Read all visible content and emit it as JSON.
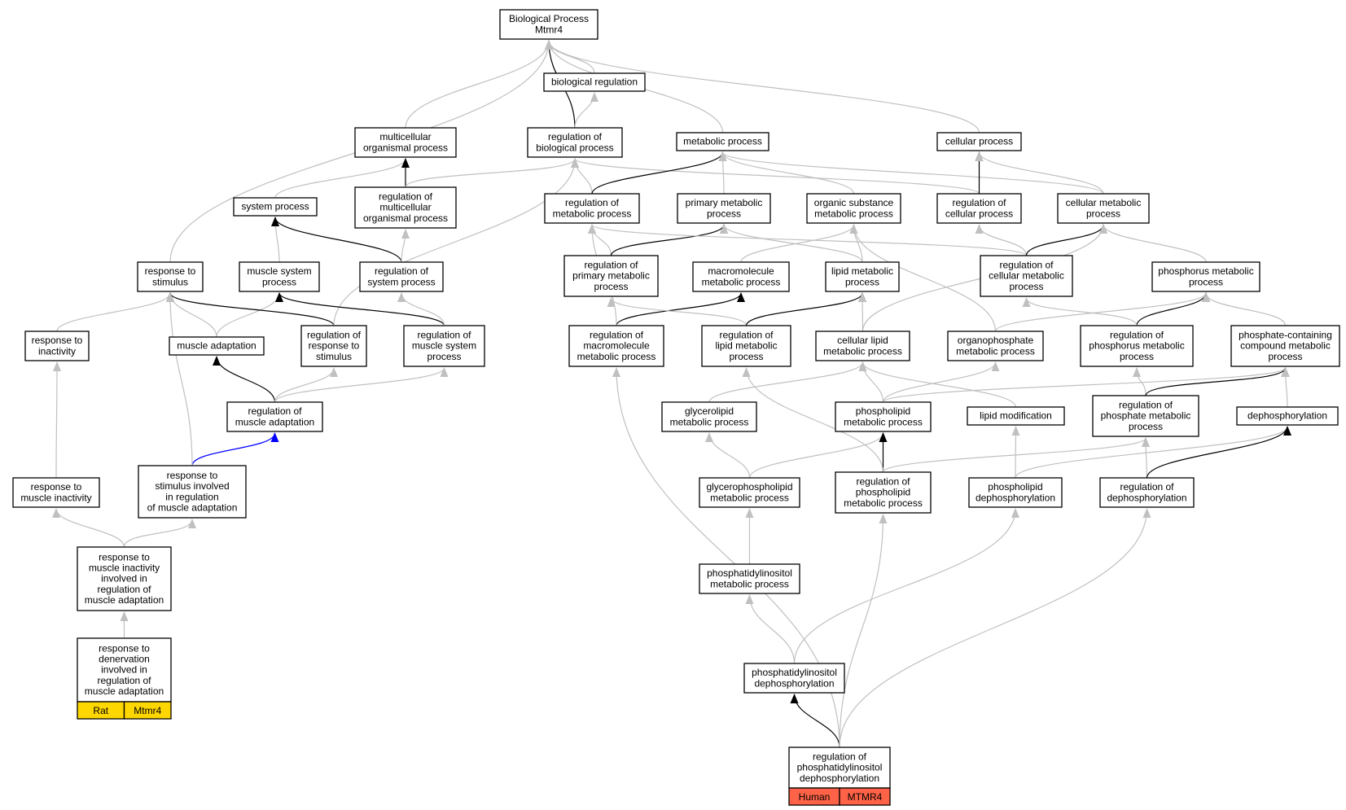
{
  "colors": {
    "edge_gray": "#c0c0c0",
    "edge_black": "#000000",
    "edge_blue": "#0000ff",
    "rat_tag": "#ffd700",
    "human_tag": "#ff6347"
  },
  "nodes": {
    "root": [
      "Biological Process",
      "Mtmr4"
    ],
    "bioreg": [
      "biological regulation"
    ],
    "multi": [
      "multicellular",
      "organismal process"
    ],
    "regbio": [
      "regulation of",
      "biological process"
    ],
    "metab": [
      "metabolic process"
    ],
    "cellproc": [
      "cellular process"
    ],
    "sysproc": [
      "system process"
    ],
    "regmulti": [
      "regulation of",
      "multicellular",
      "organismal process"
    ],
    "regmetab": [
      "regulation of",
      "metabolic process"
    ],
    "primmetab": [
      "primary metabolic",
      "process"
    ],
    "orgsub": [
      "organic substance",
      "metabolic process"
    ],
    "regcell": [
      "regulation of",
      "cellular process"
    ],
    "cellmetab": [
      "cellular metabolic",
      "process"
    ],
    "resp": [
      "response to",
      "stimulus"
    ],
    "muscsys": [
      "muscle system",
      "process"
    ],
    "regsys": [
      "regulation of",
      "system process"
    ],
    "regprim": [
      "regulation of",
      "primary metabolic",
      "process"
    ],
    "macro": [
      "macromolecule",
      "metabolic process"
    ],
    "lipid": [
      "lipid metabolic",
      "process"
    ],
    "regcellmetab": [
      "regulation of",
      "cellular metabolic",
      "process"
    ],
    "phosmetab": [
      "phosphorus metabolic",
      "process"
    ],
    "respinact": [
      "response to",
      "inactivity"
    ],
    "muscadapt": [
      "muscle adaptation"
    ],
    "regresp": [
      "regulation of",
      "response to",
      "stimulus"
    ],
    "regmuscsys": [
      "regulation of",
      "muscle system",
      "process"
    ],
    "regmacro": [
      "regulation of",
      "macromolecule",
      "metabolic process"
    ],
    "reglipid": [
      "regulation of",
      "lipid metabolic",
      "process"
    ],
    "celllipid": [
      "cellular lipid",
      "metabolic process"
    ],
    "organophos": [
      "organophosphate",
      "metabolic process"
    ],
    "regphosmetab": [
      "regulation of",
      "phosphorus metabolic",
      "process"
    ],
    "phoscont": [
      "phosphate-containing",
      "compound metabolic",
      "process"
    ],
    "regmuscadapt": [
      "regulation of",
      "muscle adaptation"
    ],
    "glycerolipid": [
      "glycerolipid",
      "metabolic process"
    ],
    "phospholipid": [
      "phospholipid",
      "metabolic process"
    ],
    "lipidmod": [
      "lipid modification"
    ],
    "regphosphate": [
      "regulation of",
      "phosphate metabolic",
      "process"
    ],
    "dephos": [
      "dephosphorylation"
    ],
    "respmuscinact": [
      "response to",
      "muscle inactivity"
    ],
    "respstim": [
      "response to",
      "stimulus involved",
      "in regulation",
      "of muscle adaptation"
    ],
    "glycerophos": [
      "glycerophospholipid",
      "metabolic process"
    ],
    "regphospholipid": [
      "regulation of",
      "phospholipid",
      "metabolic process"
    ],
    "phosdephos": [
      "phospholipid",
      "dephosphorylation"
    ],
    "regdephos": [
      "regulation of",
      "dephosphorylation"
    ],
    "respmuscinvol": [
      "response to",
      "muscle inactivity",
      "involved in",
      "regulation of",
      "muscle adaptation"
    ],
    "ptdins": [
      "phosphatidylinositol",
      "metabolic process"
    ],
    "respdenerv": [
      "response to",
      "denervation",
      "involved in",
      "regulation of",
      "muscle adaptation"
    ],
    "ptdinsdephos": [
      "phosphatidylinositol",
      "dephosphorylation"
    ],
    "regptdins": [
      "regulation of",
      "phosphatidylinositol",
      "dephosphorylation"
    ]
  },
  "tags": {
    "respdenerv": [
      "Rat",
      "Mtmr4"
    ],
    "regptdins": [
      "Human",
      "MTMR4"
    ]
  }
}
